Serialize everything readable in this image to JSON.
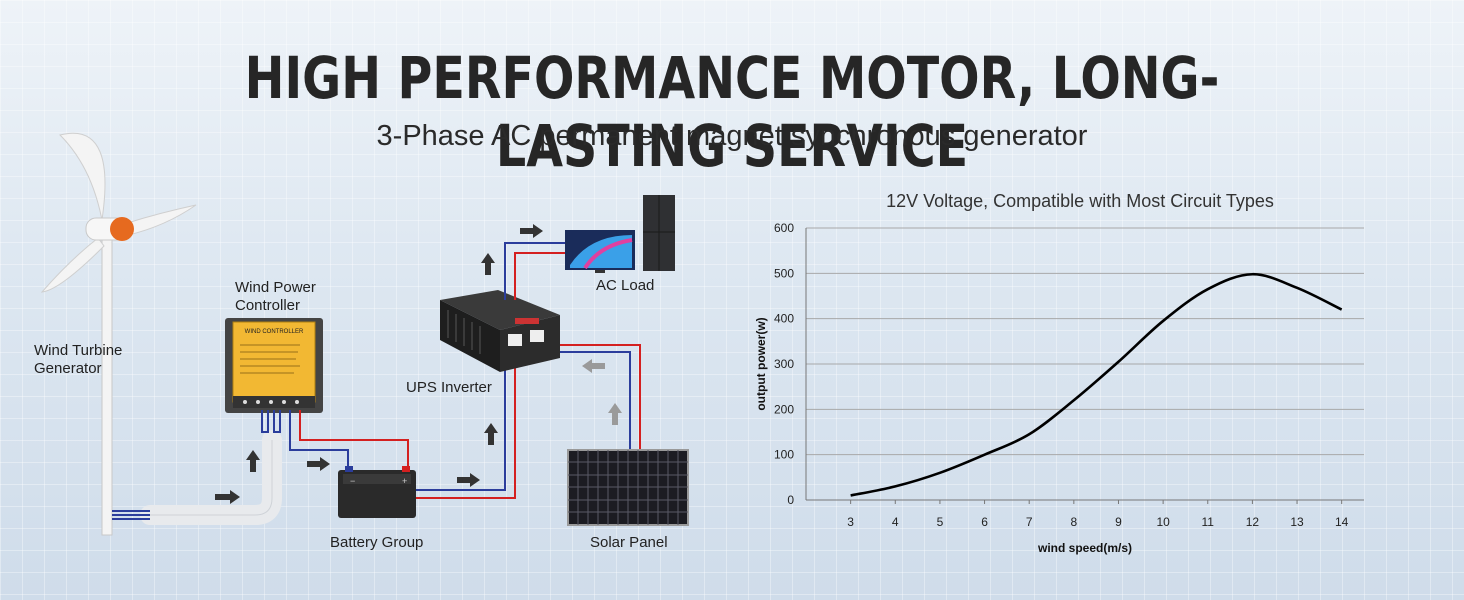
{
  "header": {
    "title": "HIGH PERFORMANCE MOTOR, LONG-LASTING SERVICE",
    "subtitle": "3-Phase AC permanent magnet synchronous generator"
  },
  "diagram": {
    "labels": {
      "wind_turbine": "Wind Turbine\nGenerator",
      "controller": "Wind Power\nController",
      "battery": "Battery Group",
      "inverter": "UPS Inverter",
      "ac_load": "AC Load",
      "solar": "Solar Panel"
    },
    "controller_panel_text": "WIND CONTROLLER",
    "colors": {
      "positive_wire": "#d42020",
      "negative_wire": "#2b3d9c",
      "arrow": "#333333",
      "arrow_light": "#9a9a9a",
      "controller": "#f2b833"
    }
  },
  "chart_data": {
    "type": "line",
    "title": "12V Voltage, Compatible with Most Circuit Types",
    "xlabel": "wind speed(m/s)",
    "ylabel": "output power(w)",
    "x": [
      3,
      4,
      5,
      6,
      7,
      8,
      9,
      10,
      11,
      12,
      13,
      14
    ],
    "series": [
      {
        "values": [
          10,
          30,
          60,
          100,
          145,
          220,
          305,
          395,
          465,
          498,
          468,
          420
        ]
      }
    ],
    "xlim": [
      2,
      14.5
    ],
    "ylim": [
      0,
      600
    ],
    "xticks": [
      3,
      4,
      5,
      6,
      7,
      8,
      9,
      10,
      11,
      12,
      13,
      14
    ],
    "yticks": [
      0,
      100,
      200,
      300,
      400,
      500,
      600
    ],
    "grid": true,
    "line_color": "#000000"
  }
}
